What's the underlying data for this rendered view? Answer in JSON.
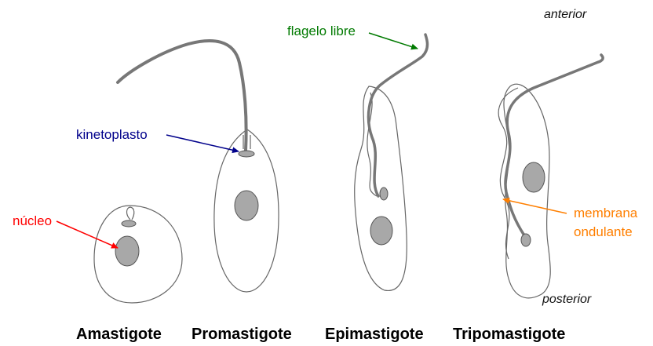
{
  "labels": {
    "flagelo": {
      "part1": "flagelo",
      "part2": " libre",
      "color_part1": "#007a00",
      "color_part2": "#007a00"
    },
    "kinetoplasto": {
      "part1": "ki",
      "part2": "netoplasto",
      "color_part1": "#00008b",
      "color_part2": "#00008b"
    },
    "nucleo": {
      "text": "núcleo",
      "color": "#ff0000"
    },
    "membrana": {
      "line1": "membrana",
      "line2": "ondulante",
      "color": "#ff7f00"
    },
    "anterior": "anterior",
    "posterior": "posterior"
  },
  "stages": [
    "Amastigote",
    "Promastigote",
    "Epimastigote",
    "Tripomastigote"
  ],
  "colors": {
    "outline": "#666666",
    "flagellum": "#777777",
    "organelle_fill": "#a8a8a8",
    "organelle_stroke": "#555555",
    "arrow_green": "#007a00",
    "arrow_blue": "#00008b",
    "arrow_red": "#ff0000",
    "arrow_orange": "#ff7f00"
  }
}
